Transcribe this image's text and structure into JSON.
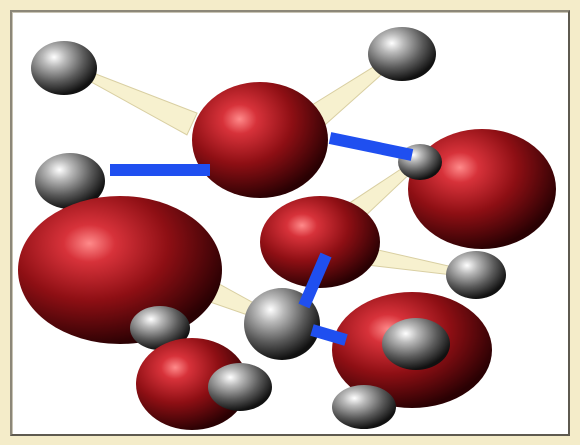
{
  "diagram": {
    "kind": "water-molecule-cluster",
    "colors": {
      "background": "#f4ecc9",
      "frame": "#ffffff",
      "oxygen": "#8e0f14",
      "hydrogen": "#6f6f6f",
      "covalent_bond": "#f7f1cf",
      "hydrogen_bond": "#1f4ff0"
    },
    "legend": {
      "oxygen_atom": "oxygen-atom",
      "hydrogen_atom": "hydrogen-atom",
      "covalent_bond": "covalent-bond",
      "hydrogen_bond": "hydrogen-bond"
    }
  }
}
